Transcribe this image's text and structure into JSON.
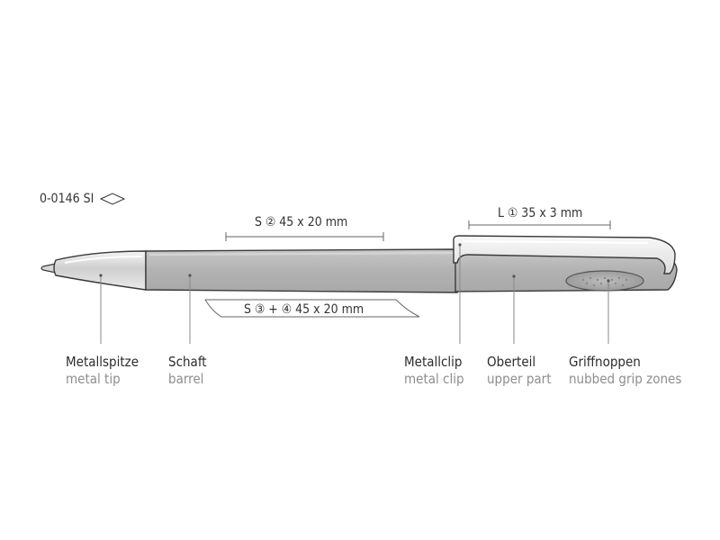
{
  "product_code": "0-0146 SI",
  "print_areas": [
    {
      "id": "s2",
      "label": "S ② 45 x 20 mm"
    },
    {
      "id": "l1",
      "label": "L ① 35 x 3 mm"
    },
    {
      "id": "s34",
      "label": "S ③ + ④ 45 x 20 mm"
    }
  ],
  "parts": [
    {
      "id": "metal-tip",
      "de": "Metallspitze",
      "en": "metal tip"
    },
    {
      "id": "barrel",
      "de": "Schaft",
      "en": "barrel"
    },
    {
      "id": "metal-clip",
      "de": "Metallclip",
      "en": "metal clip"
    },
    {
      "id": "upper-part",
      "de": "Oberteil",
      "en": "upper part"
    },
    {
      "id": "grip-zones",
      "de": "Griffnoppen",
      "en": "nubbed grip zones"
    }
  ],
  "colors": {
    "barrel": "#b4b4b4",
    "metal": "#dcdcdc",
    "outline": "#3a3a3a",
    "leader": "#888888"
  }
}
